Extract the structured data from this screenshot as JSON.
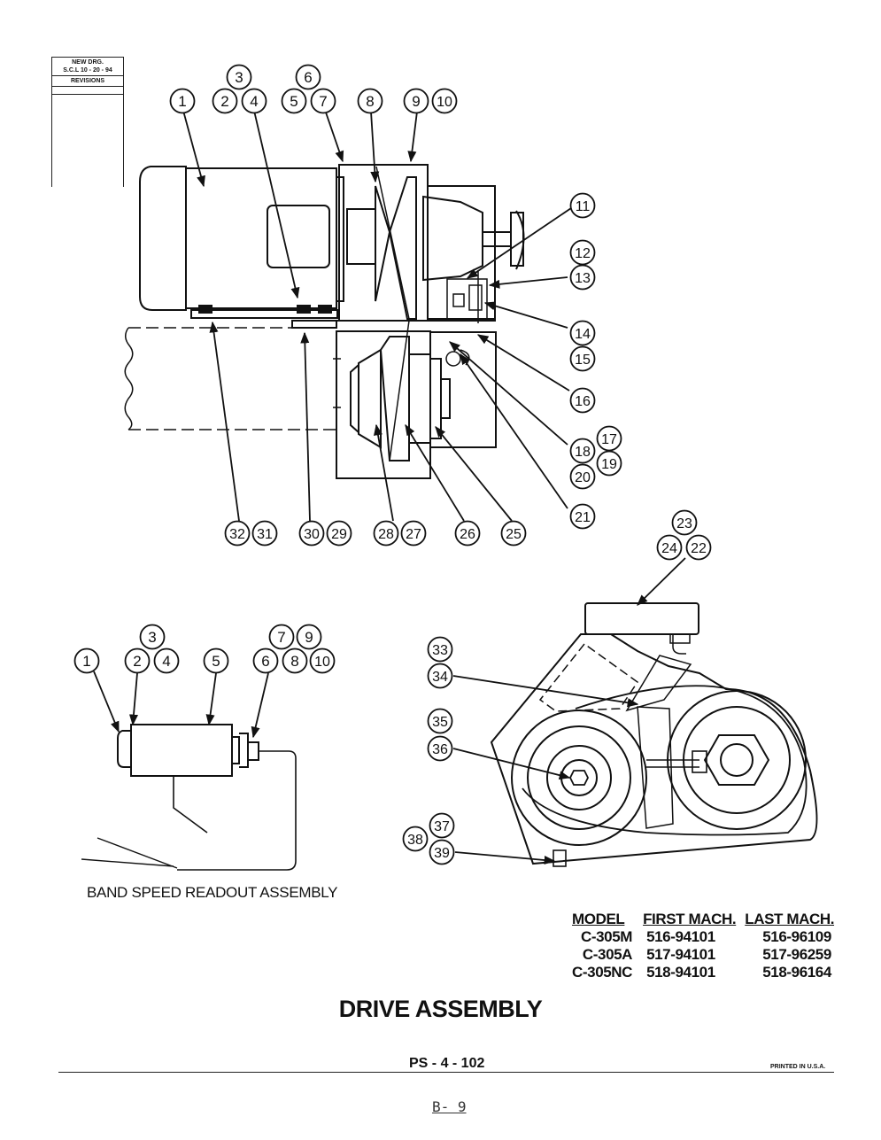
{
  "revision_box": {
    "line1": "NEW DRG.",
    "line2": "S.C.L 10 - 20 - 94",
    "line3": "REVISIONS"
  },
  "main_callouts": [
    {
      "id": "c1",
      "label": "1"
    },
    {
      "id": "c2",
      "label": "2"
    },
    {
      "id": "c3",
      "label": "3"
    },
    {
      "id": "c4",
      "label": "4"
    },
    {
      "id": "c5",
      "label": "5"
    },
    {
      "id": "c6",
      "label": "6"
    },
    {
      "id": "c7",
      "label": "7"
    },
    {
      "id": "c8",
      "label": "8"
    },
    {
      "id": "c9",
      "label": "9"
    },
    {
      "id": "c10",
      "label": "10"
    },
    {
      "id": "c11",
      "label": "11"
    },
    {
      "id": "c12",
      "label": "12"
    },
    {
      "id": "c13",
      "label": "13"
    },
    {
      "id": "c14",
      "label": "14"
    },
    {
      "id": "c15",
      "label": "15"
    },
    {
      "id": "c16",
      "label": "16"
    },
    {
      "id": "c17",
      "label": "17"
    },
    {
      "id": "c18",
      "label": "18"
    },
    {
      "id": "c19",
      "label": "19"
    },
    {
      "id": "c20",
      "label": "20"
    },
    {
      "id": "c21",
      "label": "21"
    },
    {
      "id": "c22",
      "label": "22"
    },
    {
      "id": "c23",
      "label": "23"
    },
    {
      "id": "c24",
      "label": "24"
    },
    {
      "id": "c25",
      "label": "25"
    },
    {
      "id": "c26",
      "label": "26"
    },
    {
      "id": "c27",
      "label": "27"
    },
    {
      "id": "c28",
      "label": "28"
    },
    {
      "id": "c29",
      "label": "29"
    },
    {
      "id": "c30",
      "label": "30"
    },
    {
      "id": "c31",
      "label": "31"
    },
    {
      "id": "c32",
      "label": "32"
    },
    {
      "id": "c33",
      "label": "33"
    },
    {
      "id": "c34",
      "label": "34"
    },
    {
      "id": "c35",
      "label": "35"
    },
    {
      "id": "c36",
      "label": "36"
    },
    {
      "id": "c37",
      "label": "37"
    },
    {
      "id": "c38",
      "label": "38"
    },
    {
      "id": "c39",
      "label": "39"
    }
  ],
  "readout_callouts": [
    {
      "id": "r1",
      "label": "1"
    },
    {
      "id": "r2",
      "label": "2"
    },
    {
      "id": "r3",
      "label": "3"
    },
    {
      "id": "r4",
      "label": "4"
    },
    {
      "id": "r5",
      "label": "5"
    },
    {
      "id": "r6",
      "label": "6"
    },
    {
      "id": "r7",
      "label": "7"
    },
    {
      "id": "r8",
      "label": "8"
    },
    {
      "id": "r9",
      "label": "9"
    },
    {
      "id": "r10",
      "label": "10"
    }
  ],
  "readout_caption": "BAND SPEED READOUT ASSEMBLY",
  "model_table": {
    "headers": [
      "MODEL",
      "FIRST MACH.",
      "LAST MACH."
    ],
    "rows": [
      [
        "C-305M",
        "516-94101",
        "516-96109"
      ],
      [
        "C-305A",
        "517-94101",
        "517-96259"
      ],
      [
        "C-305NC",
        "518-94101",
        "518-96164"
      ]
    ]
  },
  "title": "DRIVE ASSEMBLY",
  "drawing_number": "PS - 4 - 102",
  "printed_note": "PRINTED IN U.S.A.",
  "page_number": "B- 9"
}
